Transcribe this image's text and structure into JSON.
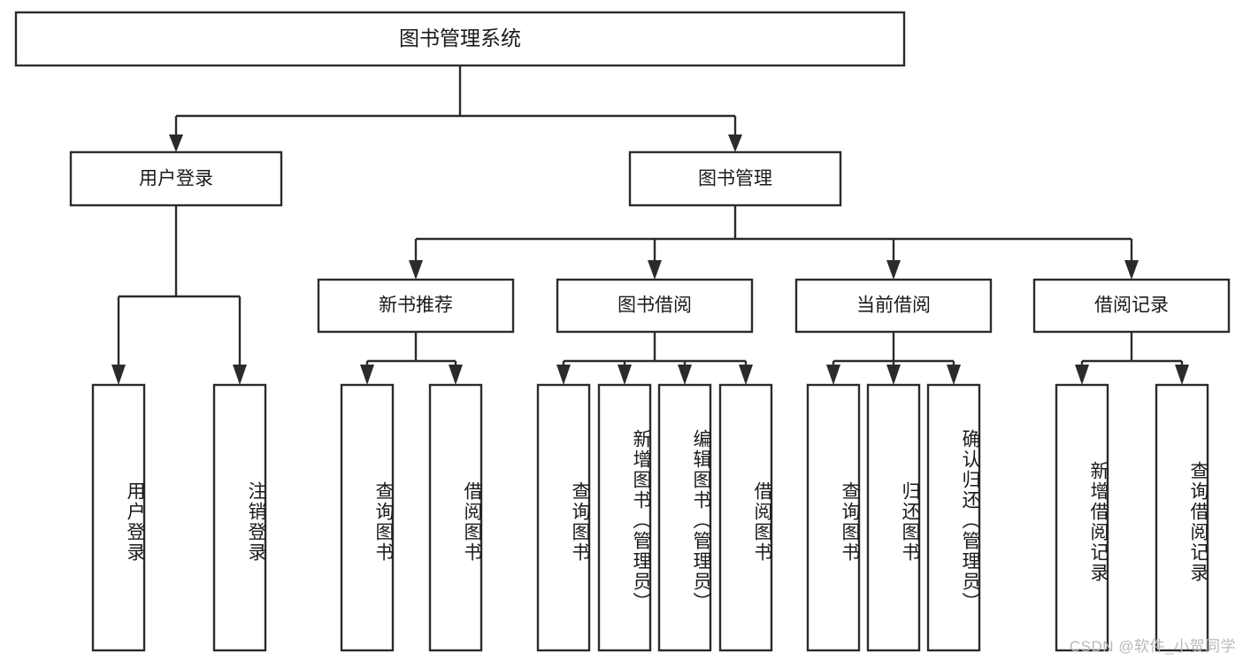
{
  "diagram": {
    "type": "tree-hierarchy",
    "title": "图书管理系统",
    "watermark": "CSDN @软件_小贺同学",
    "colors": {
      "box_stroke": "#2b2b2b",
      "box_fill": "#ffffff",
      "connector": "#2b2b2b",
      "text": "#1a1a1a",
      "watermark": "#b9b9b9",
      "background": "#ffffff"
    },
    "levels": {
      "root": {
        "label": "图书管理系统"
      },
      "level2": [
        {
          "id": "user-login",
          "label": "用户登录"
        },
        {
          "id": "book-management",
          "label": "图书管理"
        }
      ],
      "level3": [
        {
          "id": "new-book-recommend",
          "label": "新书推荐",
          "parent": "book-management"
        },
        {
          "id": "book-borrow",
          "label": "图书借阅",
          "parent": "book-management"
        },
        {
          "id": "current-borrow",
          "label": "当前借阅",
          "parent": "book-management"
        },
        {
          "id": "borrow-record",
          "label": "借阅记录",
          "parent": "book-management"
        }
      ],
      "leaves": [
        {
          "id": "leaf-user-login",
          "label": "用户登录",
          "parent": "user-login"
        },
        {
          "id": "leaf-logout",
          "label": "注销登录",
          "parent": "user-login"
        },
        {
          "id": "leaf-query-book-1",
          "label": "查询图书",
          "parent": "new-book-recommend"
        },
        {
          "id": "leaf-borrow-book-1",
          "label": "借阅图书",
          "parent": "new-book-recommend"
        },
        {
          "id": "leaf-query-book-2",
          "label": "查询图书",
          "parent": "book-borrow"
        },
        {
          "id": "leaf-add-book",
          "label": "新增图书（管理员）",
          "parent": "book-borrow"
        },
        {
          "id": "leaf-edit-book",
          "label": "编辑图书（管理员）",
          "parent": "book-borrow"
        },
        {
          "id": "leaf-borrow-book-2",
          "label": "借阅图书",
          "parent": "book-borrow"
        },
        {
          "id": "leaf-query-book-3",
          "label": "查询图书",
          "parent": "current-borrow"
        },
        {
          "id": "leaf-return-book",
          "label": "归还图书",
          "parent": "current-borrow"
        },
        {
          "id": "leaf-confirm-return",
          "label": "确认归还（管理员）",
          "parent": "current-borrow"
        },
        {
          "id": "leaf-add-record",
          "label": "新增借阅记录",
          "parent": "borrow-record"
        },
        {
          "id": "leaf-query-record",
          "label": "查询借阅记录",
          "parent": "borrow-record"
        }
      ]
    }
  }
}
